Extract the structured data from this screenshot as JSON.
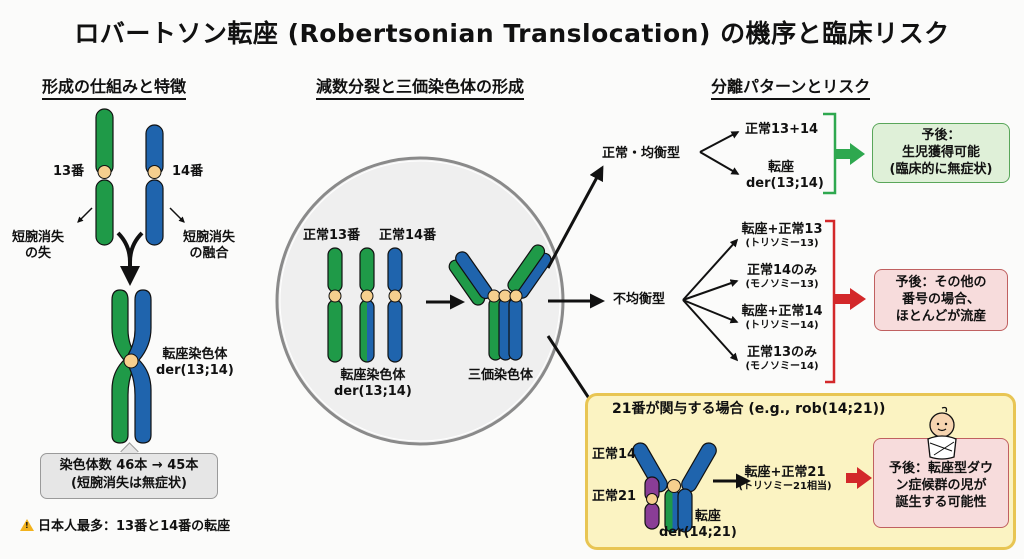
{
  "title": "ロバートソン転座 (Robertsonian Translocation) の機序と臨床リスク",
  "colors": {
    "chromosome_13": "#1f9a48",
    "chromosome_14": "#1f64ad",
    "chromosome_21": "#8a3d96",
    "centromere": "#f6cf8e",
    "balanced_accent": "#2ea84f",
    "unbalanced_accent": "#d3282a",
    "highlight_panel": "#fbf3c2"
  },
  "formation": {
    "heading": "形成の仕組みと特徴",
    "chr13_label": "13番",
    "chr14_label": "14番",
    "loss_left": [
      "短腕消失",
      "の失"
    ],
    "loss_right": [
      "短腕消失",
      "の融合"
    ],
    "derivative_label": [
      "転座染色体",
      "der(13;14)"
    ],
    "callout": [
      "染色体数 46本 → 45本",
      "(短腕消失は無症状)"
    ],
    "warning_icon": "warning-icon",
    "warning_text": "日本人最多：13番と14番の転座"
  },
  "meiosis": {
    "heading": "減数分裂と三価染色体の形成",
    "normal13_label": "正常13番",
    "normal14_label": "正常14番",
    "derivative_label": [
      "転座染色体",
      "der(13;14)"
    ],
    "trivalent_label": "三価染色体"
  },
  "segregation": {
    "heading": "分離パターンとリスク",
    "balanced": {
      "label": "正常・均衡型",
      "outcomes": [
        {
          "main": "正常13+14",
          "sub": ""
        },
        {
          "main": "転座",
          "sub": "der(13;14)"
        }
      ],
      "prognosis": [
        "予後：",
        "生児獲得可能",
        "(臨床的に無症状)"
      ]
    },
    "unbalanced": {
      "label": "不均衡型",
      "outcomes": [
        {
          "main": "転座+正常13",
          "sub": "(トリソミー13)"
        },
        {
          "main": "正常14のみ",
          "sub": "(モノソミー13)"
        },
        {
          "main": "転座+正常14",
          "sub": "(トリソミー14)"
        },
        {
          "main": "正常13のみ",
          "sub": "(モノソミー14)"
        }
      ],
      "prognosis": [
        "予後：その他の",
        "番号の場合、",
        "ほとんどが流産"
      ]
    },
    "chr21_case": {
      "heading": "21番が関与する場合 (e.g., rob(14;21))",
      "normal14_label": "正常14",
      "normal21_label": "正常21",
      "derivative_label": [
        "転座",
        "der(14;21)"
      ],
      "outcome_main": "転座+正常21",
      "outcome_sub": "(トリソミー21相当)",
      "baby_icon": "baby-icon",
      "prognosis": [
        "予後：転座型ダウ",
        "ン症候群の児が",
        "誕生する可能性"
      ]
    }
  }
}
